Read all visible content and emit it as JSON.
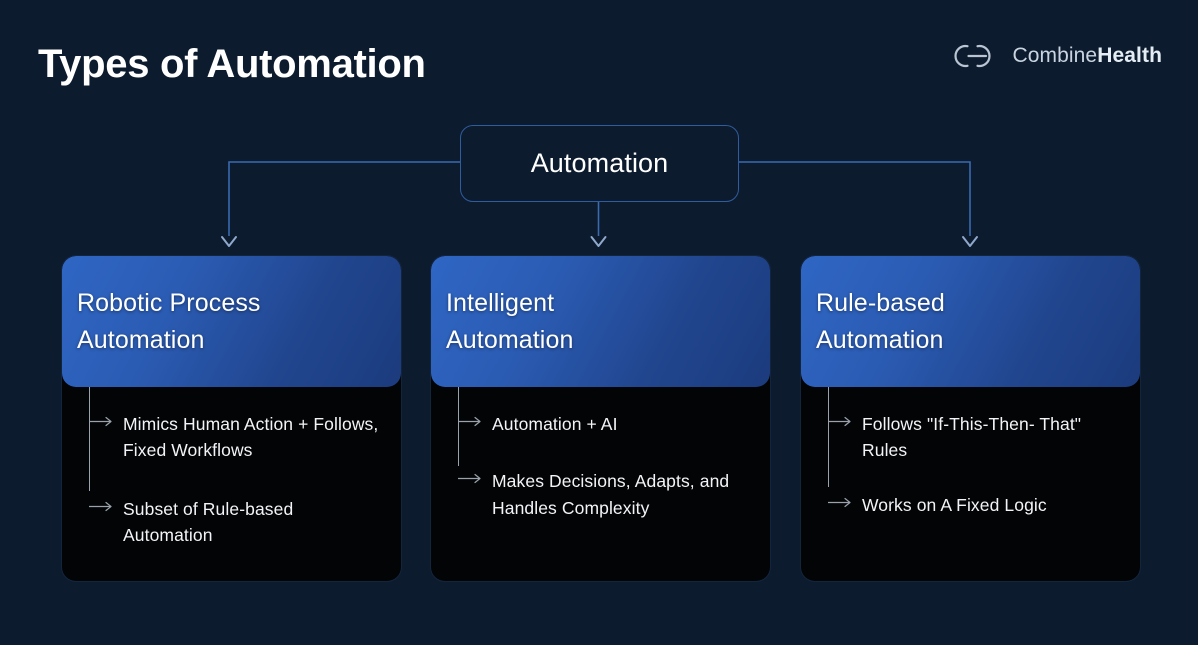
{
  "page": {
    "title": "Types of Automation",
    "background_color": "#0c1b2e"
  },
  "brand": {
    "mark_name": "combinehealth-ch-monogram",
    "name_part1": "Combine",
    "name_part2": "Health",
    "color": "#c9d4e0"
  },
  "diagram": {
    "type": "hierarchy-tree",
    "root": {
      "label": "Automation",
      "border_color": "#2f5c9e"
    },
    "connector_color": "#3a6bb0",
    "branch_color": "#9aa3ad",
    "nodes": [
      {
        "title": "Robotic Process\nAutomation",
        "bullets": [
          "Mimics Human Action +\nFollows, Fixed Workflows",
          "Subset of Rule-based\nAutomation"
        ]
      },
      {
        "title": "Intelligent\nAutomation",
        "bullets": [
          "Automation + AI",
          "Makes Decisions, Adapts,\nand Handles Complexity"
        ]
      },
      {
        "title": "Rule-based\nAutomation",
        "bullets": [
          "Follows \"If-This-Then-\nThat\" Rules",
          "Works on A Fixed Logic"
        ]
      }
    ],
    "card_gradient_from": "#2f66c4",
    "card_gradient_to": "#1b3b7d",
    "card_body_color": "#030406"
  }
}
